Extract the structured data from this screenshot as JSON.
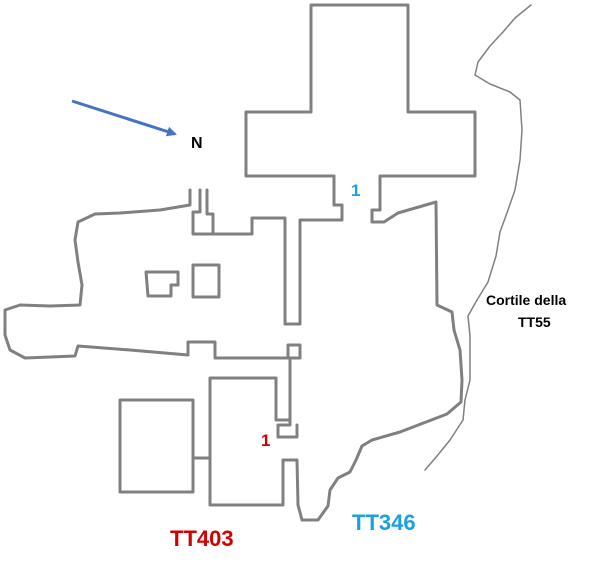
{
  "north_label": "N",
  "courtyard_label_line1": "Cortile della",
  "courtyard_label_line2": "TT55",
  "tomb_tt346_label": "TT346",
  "tomb_tt403_label": "TT403",
  "marker_tt346": "1",
  "marker_tt403": "1",
  "colors": {
    "wall": "#808080",
    "arrow": "#4472C4",
    "tt346": "#1BA1E2",
    "tt403": "#D40000",
    "text": "#000000"
  }
}
